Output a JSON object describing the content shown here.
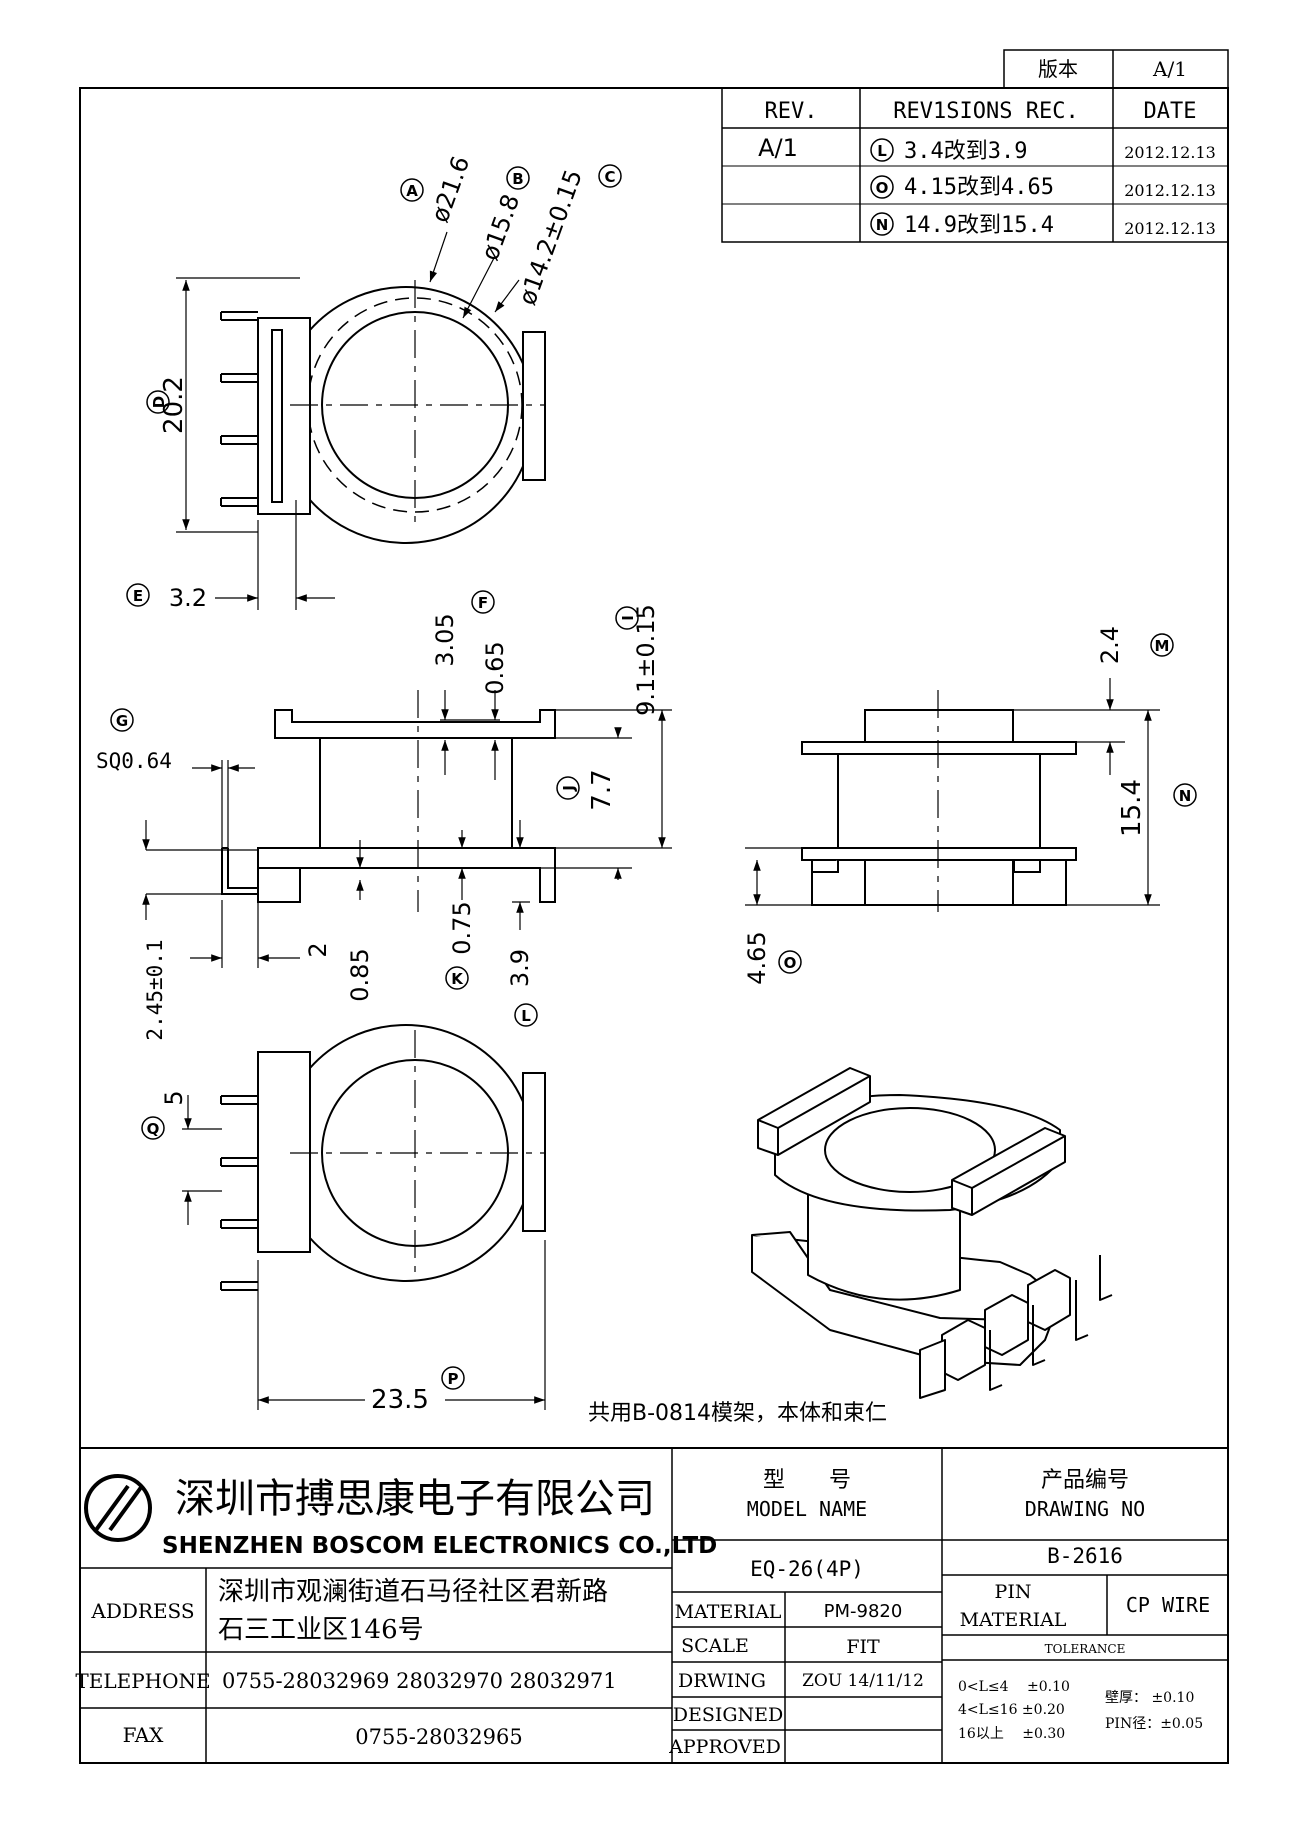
{
  "version_box": {
    "label": "版本",
    "value": "A/1"
  },
  "revisions": {
    "headers": {
      "rev": "REV.",
      "rec": "REV1SIONS REC.",
      "date": "DATE"
    },
    "rev_value": "A/1",
    "rows": [
      {
        "tag": "L",
        "text": "3.4改到3.9",
        "date": "2012.12.13"
      },
      {
        "tag": "O",
        "text": "4.15改到4.65",
        "date": "2012.12.13"
      },
      {
        "tag": "N",
        "text": "14.9改到15.4",
        "date": "2012.12.13"
      }
    ]
  },
  "dimensions": {
    "A": {
      "tag": "A",
      "value": "ø21.6"
    },
    "B": {
      "tag": "B",
      "value": "ø15.8"
    },
    "C": {
      "tag": "C",
      "value": "ø14.2±0.15"
    },
    "D": {
      "tag": "D",
      "value": "20.2"
    },
    "E": {
      "tag": "E",
      "value": "3.2"
    },
    "F": {
      "tag": "F",
      "value": "0.65"
    },
    "v305": "3.05",
    "G": {
      "tag": "G",
      "value": "SQ0.64"
    },
    "I": {
      "tag": "I",
      "value": "9.1±0.15"
    },
    "J": {
      "tag": "J",
      "value": "7.7"
    },
    "K": {
      "tag": "K",
      "value": "0.75"
    },
    "L": {
      "tag": "L",
      "value": "3.9"
    },
    "v085": "0.85",
    "v2": "2",
    "v245": "2.45±0.1",
    "M": {
      "tag": "M",
      "value": "2.4"
    },
    "N": {
      "tag": "N",
      "value": "15.4"
    },
    "O": {
      "tag": "O",
      "value": "4.65"
    },
    "Q": {
      "tag": "Q",
      "value": "5"
    },
    "P": {
      "tag": "P",
      "value": "23.5"
    }
  },
  "note": "共用B-0814模架，本体和束仁",
  "company": {
    "name_cn": "深圳市搏思康电子有限公司",
    "name_en": "SHENZHEN BOSCOM ELECTRONICS CO.,LTD"
  },
  "title_block": {
    "model_label_cn": "型　　号",
    "model_label_en": "MODEL NAME",
    "model_value": "EQ-26(4P)",
    "drawing_label_cn": "产品编号",
    "drawing_label_en": "DRAWING NO",
    "drawing_value": "B-2616",
    "address_label": "ADDRESS",
    "address_line1": "深圳市观澜街道石马径社区君新路",
    "address_line2": "石三工业区146号",
    "telephone_label": "TELEPHONE",
    "telephone_value": "0755-28032969 28032970 28032971",
    "fax_label": "FAX",
    "fax_value": "0755-28032965",
    "material_label": "MATERIAL",
    "material_value": "PM-9820",
    "scale_label": "SCALE",
    "scale_value": "FIT",
    "drawing_by_label": "DRWING",
    "drawing_by_value": "ZOU 14/11/12",
    "designed_label": "DESIGNED",
    "approved_label": "APPROVED",
    "pin_material_label_1": "PIN",
    "pin_material_label_2": "MATERIAL",
    "pin_material_value": "CP WIRE",
    "tolerance_label": "TOLERANCE",
    "tol_rows": [
      "0<L≤4　 ±0.10",
      "4<L≤16 ±0.20",
      "16以上　 ±0.30"
    ],
    "tol_wall": "壁厚： ±0.10",
    "tol_pin": "PIN径：±0.05"
  }
}
